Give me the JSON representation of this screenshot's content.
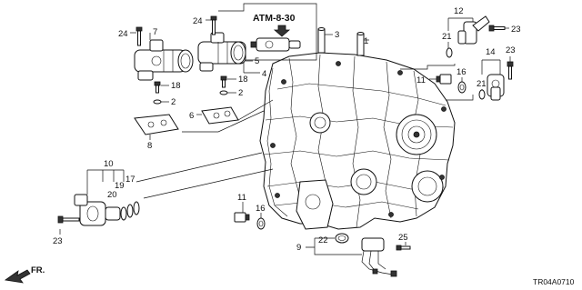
{
  "diagram": {
    "reference": "ATM-8-30",
    "diagram_code": "TR04A0710",
    "direction_label": "FR.",
    "callouts": [
      {
        "id": "c1",
        "text": "1"
      },
      {
        "id": "c2a",
        "text": "2"
      },
      {
        "id": "c2b",
        "text": "2"
      },
      {
        "id": "c3",
        "text": "3"
      },
      {
        "id": "c4",
        "text": "4"
      },
      {
        "id": "c5",
        "text": "5"
      },
      {
        "id": "c6",
        "text": "6"
      },
      {
        "id": "c7",
        "text": "7"
      },
      {
        "id": "c8",
        "text": "8"
      },
      {
        "id": "c9",
        "text": "9"
      },
      {
        "id": "c10",
        "text": "10"
      },
      {
        "id": "c11a",
        "text": "11"
      },
      {
        "id": "c11b",
        "text": "11"
      },
      {
        "id": "c12",
        "text": "12"
      },
      {
        "id": "c14",
        "text": "14"
      },
      {
        "id": "c16a",
        "text": "16"
      },
      {
        "id": "c16b",
        "text": "16"
      },
      {
        "id": "c17",
        "text": "17"
      },
      {
        "id": "c18a",
        "text": "18"
      },
      {
        "id": "c18b",
        "text": "18"
      },
      {
        "id": "c19",
        "text": "19"
      },
      {
        "id": "c20",
        "text": "20"
      },
      {
        "id": "c21a",
        "text": "21"
      },
      {
        "id": "c21b",
        "text": "21"
      },
      {
        "id": "c22",
        "text": "22"
      },
      {
        "id": "c23a",
        "text": "23"
      },
      {
        "id": "c23b",
        "text": "23"
      },
      {
        "id": "c23c",
        "text": "23"
      },
      {
        "id": "c24a",
        "text": "24"
      },
      {
        "id": "c24b",
        "text": "24"
      },
      {
        "id": "c25",
        "text": "25"
      }
    ]
  }
}
